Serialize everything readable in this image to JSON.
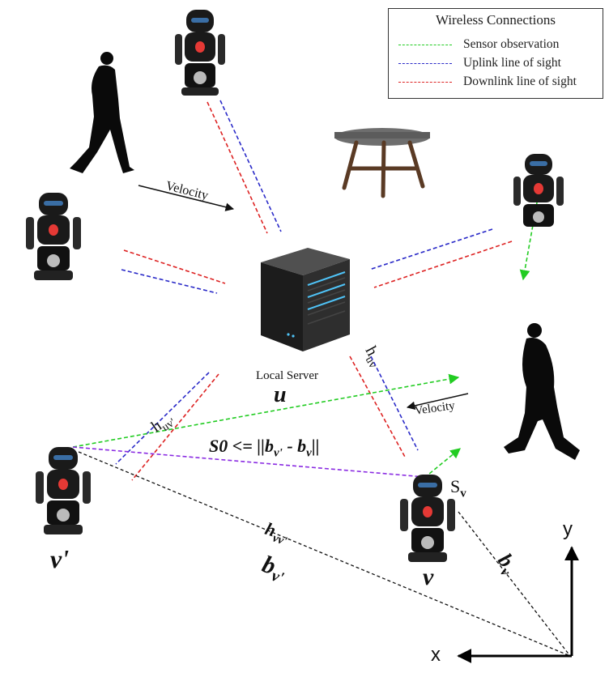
{
  "legend": {
    "title": "Wireless Connections",
    "items": [
      {
        "label": "Sensor observation",
        "color": "#22cc22"
      },
      {
        "label": "Uplink line of sight",
        "color": "#2a2ac8"
      },
      {
        "label": "Downlink line of sight",
        "color": "#dd2222"
      }
    ]
  },
  "labels": {
    "velocity_top": "Velocity",
    "velocity_right": "Velocity",
    "local_server": "Local Server",
    "server_symbol": "u",
    "h_uv": "h",
    "h_uv_sub": "uv",
    "h_uvprime": "h",
    "h_uvprime_sub": "uv'",
    "s0_expr": "S0 <= ||b",
    "s0_sub1": "v'",
    "s0_mid": " - b",
    "s0_sub2": "v",
    "s0_end": "||",
    "s_v": "S",
    "s_v_sub": "v",
    "h_vvprime": "h",
    "h_vvprime_sub": "vv'",
    "b_vprime": "b",
    "b_vprime_sub": "v'",
    "v_prime": "v'",
    "v": "v",
    "b_v": "b",
    "b_v_sub": "v",
    "axis_x": "x",
    "axis_y": "y"
  },
  "colors": {
    "sensor": "#22cc22",
    "uplink": "#2a2ac8",
    "downlink": "#dd2222",
    "distance": "#8a2be2",
    "robot_body": "#1a1a1a",
    "robot_accent": "#e53935",
    "server_body": "#2b2b2b",
    "server_light": "#4fc3f7",
    "table_top": "#6e6e6e",
    "table_legs": "#5a3a24"
  }
}
